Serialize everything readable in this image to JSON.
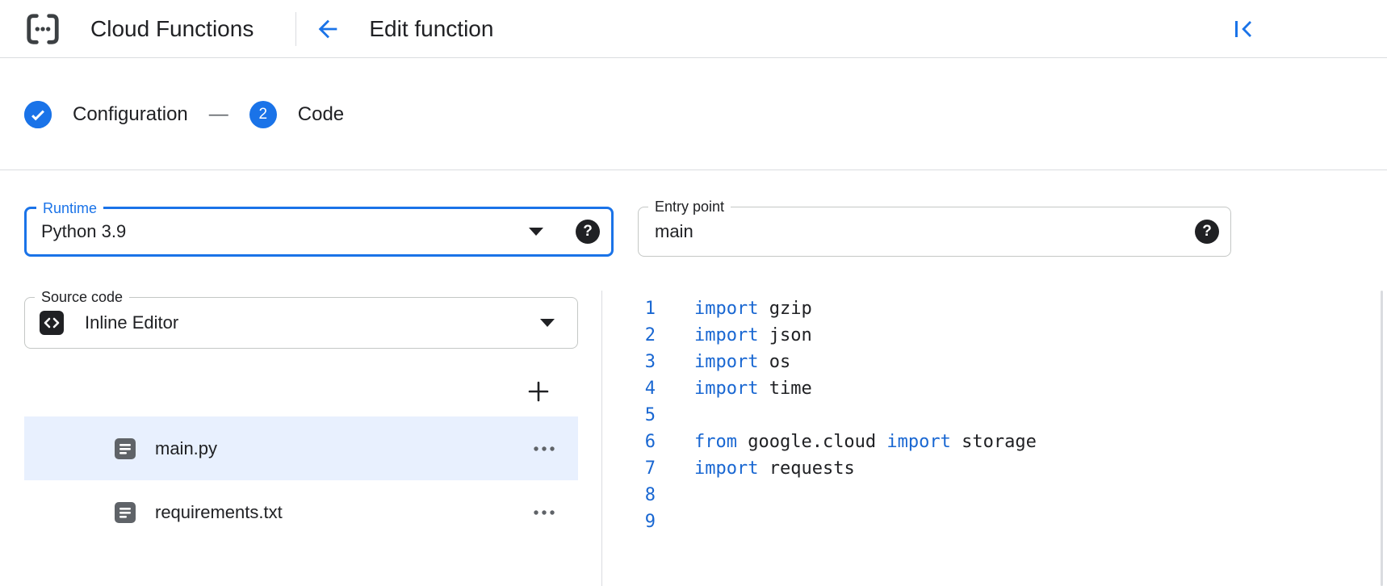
{
  "header": {
    "app_title": "Cloud Functions",
    "page_title": "Edit function"
  },
  "icons": {
    "help": "?"
  },
  "colors": {
    "accent": "#1a73e8",
    "text": "#202124",
    "divider": "#dadce0",
    "selected_row": "#e8f0fe",
    "keyword": "#1967d2",
    "line_number": "#1967d2"
  },
  "stepper": {
    "step1_label": "Configuration",
    "separator": "—",
    "step2_number": "2",
    "step2_label": "Code"
  },
  "form": {
    "runtime_label": "Runtime",
    "runtime_value": "Python 3.9",
    "entry_point_label": "Entry point",
    "entry_point_value": "main"
  },
  "source": {
    "label": "Source code",
    "value": "Inline Editor",
    "files": [
      {
        "name": "main.py",
        "selected": true
      },
      {
        "name": "requirements.txt",
        "selected": false
      }
    ]
  },
  "editor": {
    "lines": [
      {
        "number": "1",
        "tokens": [
          {
            "t": "keyword",
            "text": "import"
          },
          {
            "t": "plain",
            "text": " gzip"
          }
        ]
      },
      {
        "number": "2",
        "tokens": [
          {
            "t": "keyword",
            "text": "import"
          },
          {
            "t": "plain",
            "text": " json"
          }
        ]
      },
      {
        "number": "3",
        "tokens": [
          {
            "t": "keyword",
            "text": "import"
          },
          {
            "t": "plain",
            "text": " os"
          }
        ]
      },
      {
        "number": "4",
        "tokens": [
          {
            "t": "keyword",
            "text": "import"
          },
          {
            "t": "plain",
            "text": " time"
          }
        ]
      },
      {
        "number": "5",
        "tokens": []
      },
      {
        "number": "6",
        "tokens": [
          {
            "t": "keyword",
            "text": "from"
          },
          {
            "t": "plain",
            "text": " google.cloud "
          },
          {
            "t": "keyword",
            "text": "import"
          },
          {
            "t": "plain",
            "text": " storage"
          }
        ]
      },
      {
        "number": "7",
        "tokens": [
          {
            "t": "keyword",
            "text": "import"
          },
          {
            "t": "plain",
            "text": " requests"
          }
        ]
      },
      {
        "number": "8",
        "tokens": []
      },
      {
        "number": "9",
        "tokens": []
      }
    ]
  }
}
